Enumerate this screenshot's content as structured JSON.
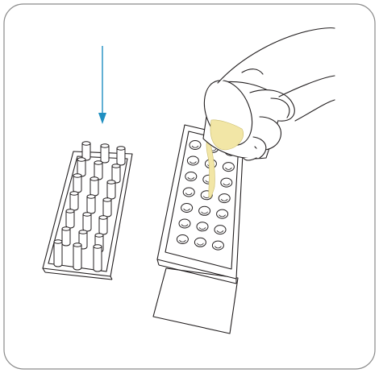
{
  "illustration": {
    "colors": {
      "frame": "#8a8a8a",
      "line": "#231f20",
      "arrow": "#1f8fc1",
      "liquid": "#f2e6a6",
      "background": "#ffffff"
    },
    "icons": [
      "down-arrow-icon",
      "pin-tray",
      "mould-tray",
      "hand",
      "pouring-cup",
      "liquid-stream"
    ],
    "mould_grid": {
      "rows": 7,
      "cols": 3
    }
  }
}
